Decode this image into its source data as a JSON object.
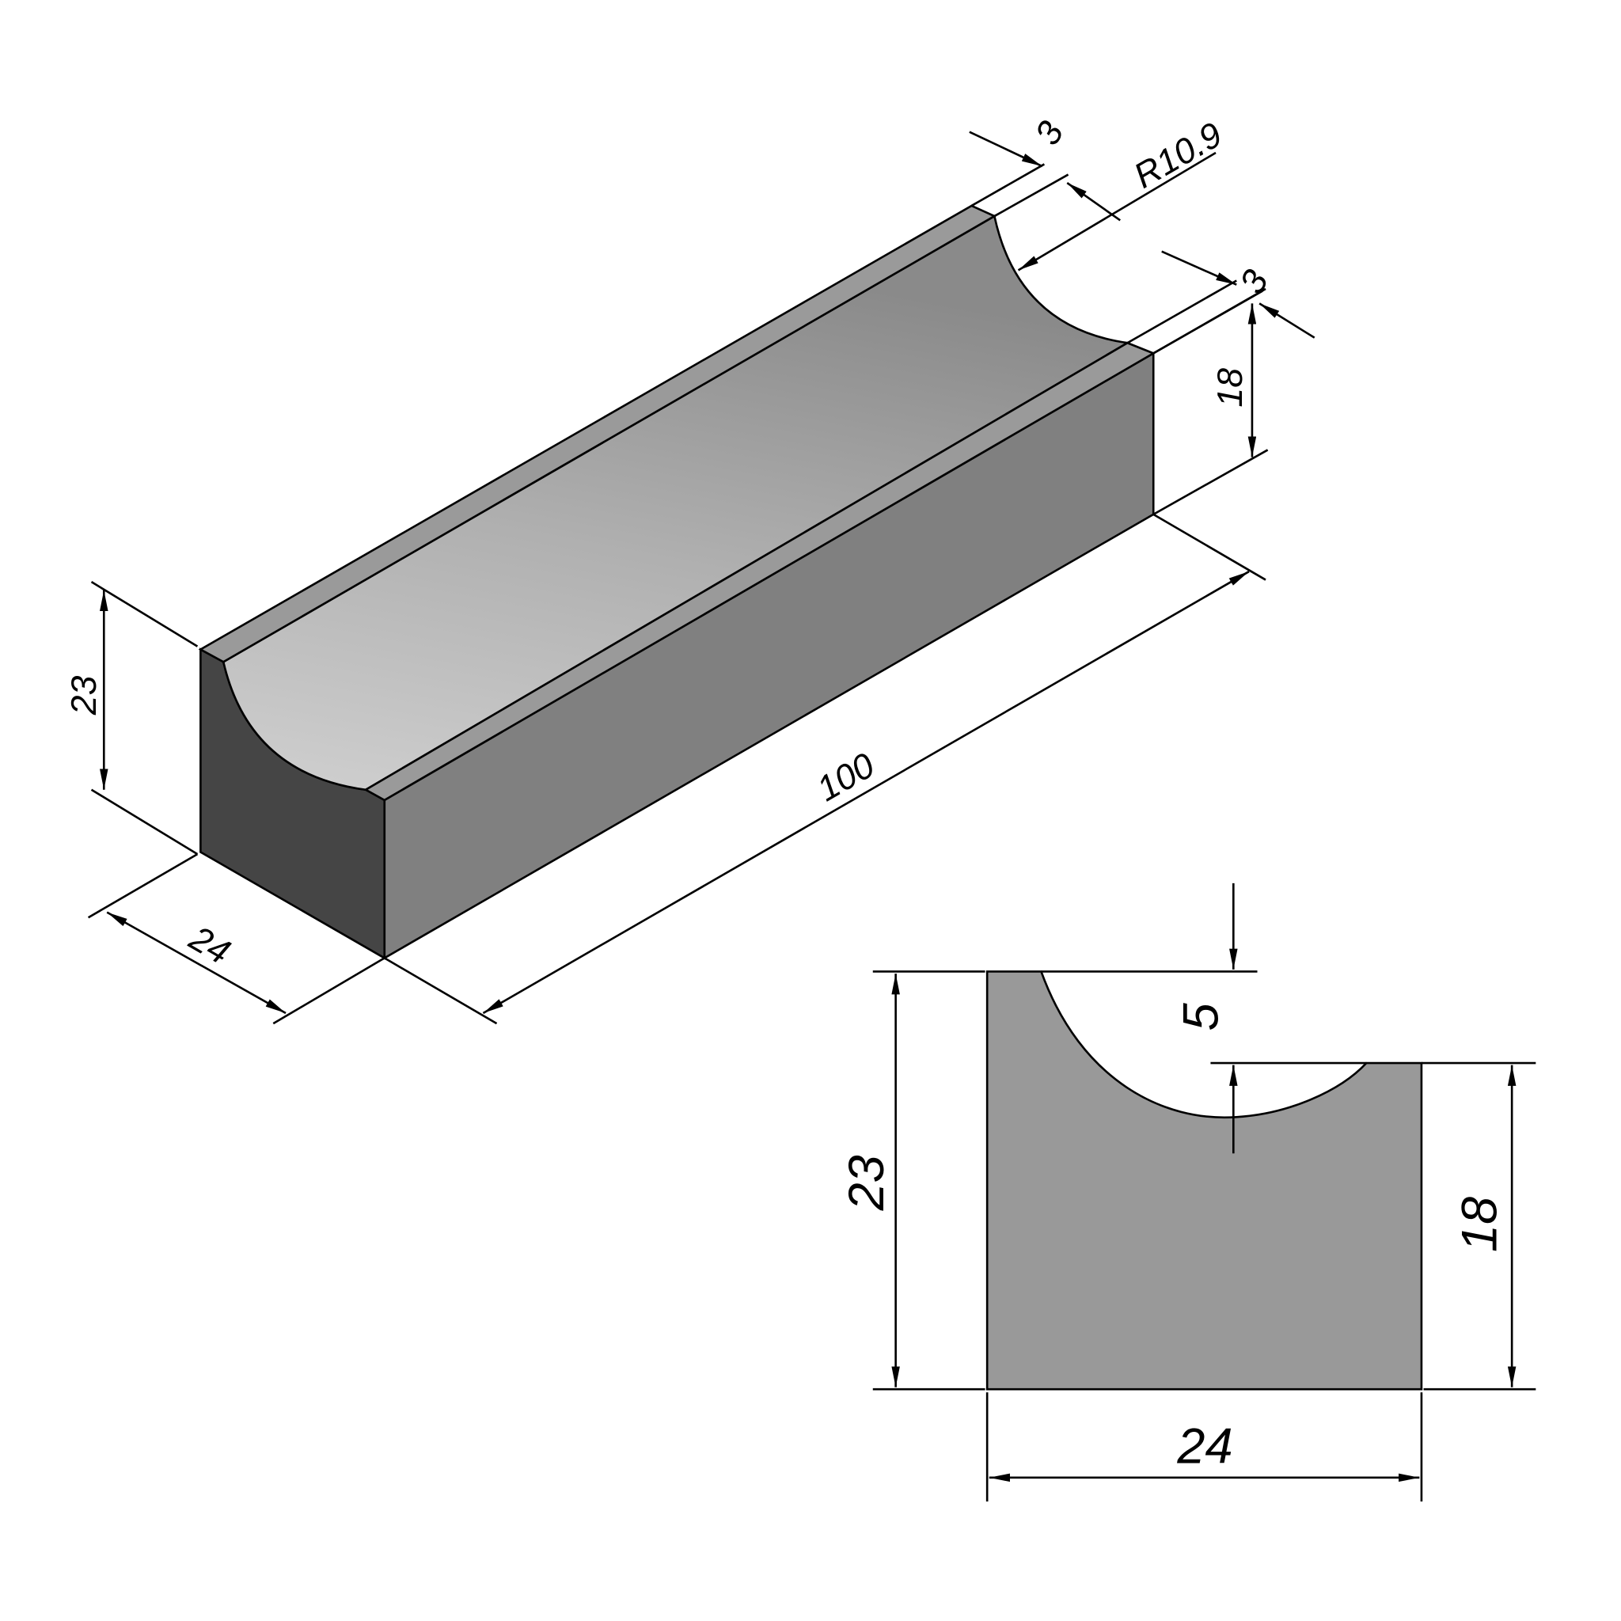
{
  "iso_view": {
    "height_total": "23",
    "width": "24",
    "length": "100",
    "height_side": "18",
    "rim_left": "3",
    "rim_right": "3",
    "radius": "R10.9"
  },
  "section_view": {
    "height_total": "23",
    "height_side": "18",
    "width": "24",
    "depth": "5"
  },
  "colors": {
    "end_face": "#454545",
    "long_face": "#808080",
    "rim": "#9a9a9a",
    "trough": "#b4b4b4",
    "section": "#999999"
  }
}
